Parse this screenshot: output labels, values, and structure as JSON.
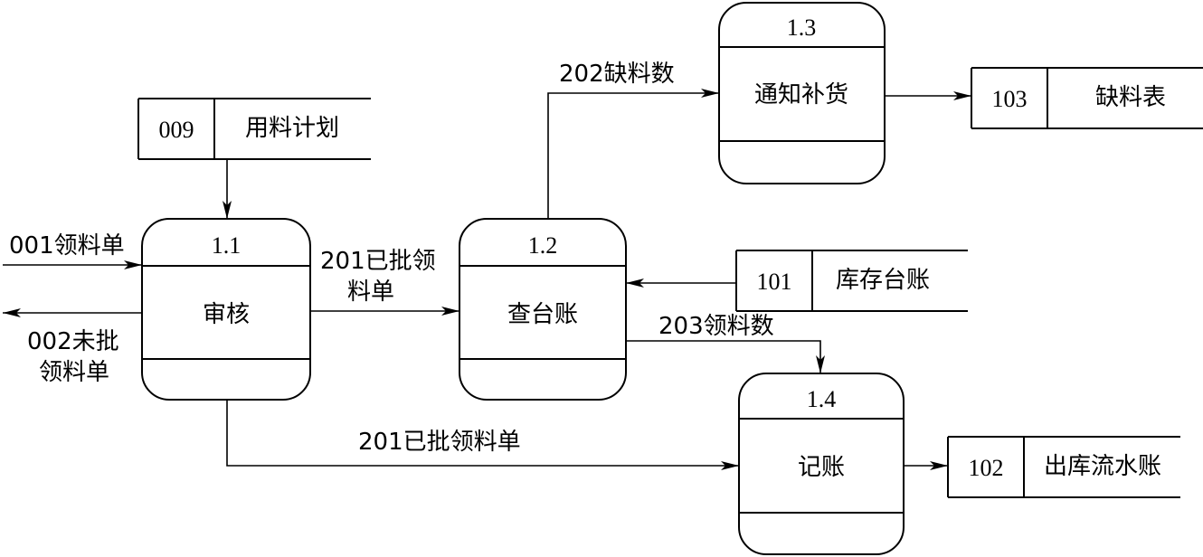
{
  "processes": [
    {
      "id": "p11",
      "number": "1.1",
      "name": "审核"
    },
    {
      "id": "p12",
      "number": "1.2",
      "name": "查台账"
    },
    {
      "id": "p13",
      "number": "1.3",
      "name": "通知补货"
    },
    {
      "id": "p14",
      "number": "1.4",
      "name": "记账"
    }
  ],
  "stores": [
    {
      "id": "s009",
      "code": "009",
      "name": "用料计划"
    },
    {
      "id": "s103",
      "code": "103",
      "name": "缺料表"
    },
    {
      "id": "s101",
      "code": "101",
      "name": "库存台账"
    },
    {
      "id": "s102",
      "code": "102",
      "name": "出库流水账"
    }
  ],
  "flows": {
    "f001": {
      "line1": "001领料单"
    },
    "f002": {
      "line1": "002未批",
      "line2": "领料单"
    },
    "f201a": {
      "line1": "201已批领",
      "line2": "料单"
    },
    "f201b": {
      "line1": "201已批领料单"
    },
    "f202": {
      "line1": "202缺料数"
    },
    "f203": {
      "line1": "203领料数"
    }
  },
  "colors": {
    "stroke": "#000000",
    "background": "#ffffff"
  }
}
